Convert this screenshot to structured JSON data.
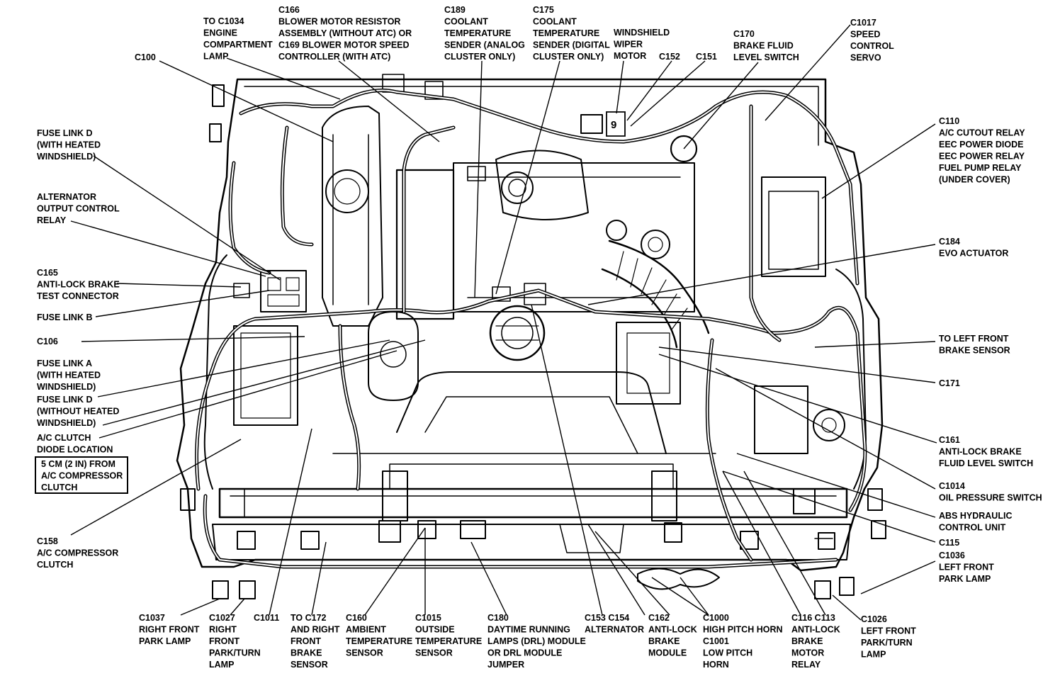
{
  "labels": [
    {
      "id": "c100",
      "lines": [
        "C100"
      ]
    },
    {
      "id": "c1034",
      "lines": [
        "TO C1034",
        "ENGINE",
        "COMPARTMENT",
        "LAMP"
      ]
    },
    {
      "id": "c166",
      "lines": [
        "C166",
        "BLOWER MOTOR RESISTOR",
        "ASSEMBLY (WITHOUT ATC) OR",
        "C169 BLOWER MOTOR SPEED",
        "CONTROLLER (WITH ATC)"
      ]
    },
    {
      "id": "c189",
      "lines": [
        "C189",
        "COOLANT",
        "TEMPERATURE",
        "SENDER (ANALOG",
        "CLUSTER ONLY)"
      ]
    },
    {
      "id": "c175",
      "lines": [
        "C175",
        "COOLANT",
        "TEMPERATURE",
        "SENDER (DIGITAL",
        "CLUSTER ONLY)"
      ]
    },
    {
      "id": "wiper",
      "lines": [
        "WINDSHIELD",
        "WIPER",
        "MOTOR"
      ]
    },
    {
      "id": "c152",
      "lines": [
        "C152"
      ]
    },
    {
      "id": "c151",
      "lines": [
        "C151"
      ]
    },
    {
      "id": "c170",
      "lines": [
        "C170",
        "BRAKE FLUID",
        "LEVEL SWITCH"
      ]
    },
    {
      "id": "c1017",
      "lines": [
        "C1017",
        "SPEED",
        "CONTROL",
        "SERVO"
      ]
    },
    {
      "id": "fuselinkd1",
      "lines": [
        "FUSE LINK D",
        "(WITH HEATED",
        "WINDSHIELD)"
      ]
    },
    {
      "id": "c110",
      "lines": [
        "C110",
        "A/C CUTOUT RELAY",
        "EEC POWER DIODE",
        "EEC POWER RELAY",
        "FUEL PUMP RELAY",
        "(UNDER COVER)"
      ]
    },
    {
      "id": "alternatorrelay",
      "lines": [
        "ALTERNATOR",
        "OUTPUT CONTROL",
        "RELAY"
      ]
    },
    {
      "id": "c184",
      "lines": [
        "C184",
        "EVO ACTUATOR"
      ]
    },
    {
      "id": "c165",
      "lines": [
        "C165",
        "ANTI-LOCK BRAKE",
        "TEST CONNECTOR"
      ]
    },
    {
      "id": "fuselinkb",
      "lines": [
        "FUSE LINK B"
      ]
    },
    {
      "id": "c106",
      "lines": [
        "C106"
      ]
    },
    {
      "id": "leftbrakesensor",
      "lines": [
        "TO LEFT FRONT",
        "BRAKE SENSOR"
      ]
    },
    {
      "id": "fuselinka",
      "lines": [
        "FUSE LINK A",
        "(WITH HEATED",
        "WINDSHIELD)"
      ]
    },
    {
      "id": "c171",
      "lines": [
        "C171"
      ]
    },
    {
      "id": "fuselinkd2",
      "lines": [
        "FUSE LINK D",
        "(WITHOUT HEATED",
        "WINDSHIELD)"
      ]
    },
    {
      "id": "acclutchdiode",
      "lines": [
        "A/C CLUTCH",
        "DIODE LOCATION"
      ]
    },
    {
      "id": "c161",
      "lines": [
        "C161",
        "ANTI-LOCK BRAKE",
        "FLUID LEVEL SWITCH"
      ]
    },
    {
      "id": "c1014",
      "lines": [
        "C1014",
        "OIL PRESSURE SWITCH"
      ]
    },
    {
      "id": "abshydraulic",
      "lines": [
        "ABS HYDRAULIC",
        "CONTROL UNIT"
      ]
    },
    {
      "id": "c158",
      "lines": [
        "C158",
        "A/C COMPRESSOR",
        "CLUTCH"
      ]
    },
    {
      "id": "c115",
      "lines": [
        "C115"
      ]
    },
    {
      "id": "c1036",
      "lines": [
        "C1036",
        "LEFT FRONT",
        "PARK LAMP"
      ]
    },
    {
      "id": "c1037",
      "lines": [
        "C1037",
        "RIGHT FRONT",
        "PARK LAMP"
      ]
    },
    {
      "id": "c1027",
      "lines": [
        "C1027",
        "RIGHT",
        "FRONT",
        "PARK/TURN",
        "LAMP"
      ]
    },
    {
      "id": "c1011",
      "lines": [
        "C1011"
      ]
    },
    {
      "id": "c172",
      "lines": [
        "TO C172",
        "AND RIGHT",
        "FRONT",
        "BRAKE",
        "SENSOR"
      ]
    },
    {
      "id": "c160",
      "lines": [
        "C160",
        "AMBIENT",
        "TEMPERATURE",
        "SENSOR"
      ]
    },
    {
      "id": "c1015",
      "lines": [
        "C1015",
        "OUTSIDE",
        "TEMPERATURE",
        "SENSOR"
      ]
    },
    {
      "id": "c180",
      "lines": [
        "C180",
        "DAYTIME RUNNING",
        "LAMPS (DRL) MODULE",
        "OR DRL MODULE",
        "JUMPER"
      ]
    },
    {
      "id": "c153",
      "lines": [
        "C153 C154",
        "ALTERNATOR"
      ]
    },
    {
      "id": "c162",
      "lines": [
        "C162",
        "ANTI-LOCK",
        "BRAKE",
        "MODULE"
      ]
    },
    {
      "id": "c1000",
      "lines": [
        "C1000",
        "HIGH PITCH HORN",
        "C1001",
        "LOW PITCH",
        "HORN"
      ]
    },
    {
      "id": "c116",
      "lines": [
        "C116 C113",
        "ANTI-LOCK",
        "BRAKE",
        "MOTOR",
        "RELAY"
      ]
    },
    {
      "id": "c1026",
      "lines": [
        "C1026",
        "LEFT FRONT",
        "PARK/TURN",
        "LAMP"
      ]
    }
  ],
  "note_box": {
    "lines": [
      "5 CM (2 IN) FROM",
      "A/C COMPRESSOR",
      "CLUTCH"
    ]
  },
  "connector_digit": "9"
}
